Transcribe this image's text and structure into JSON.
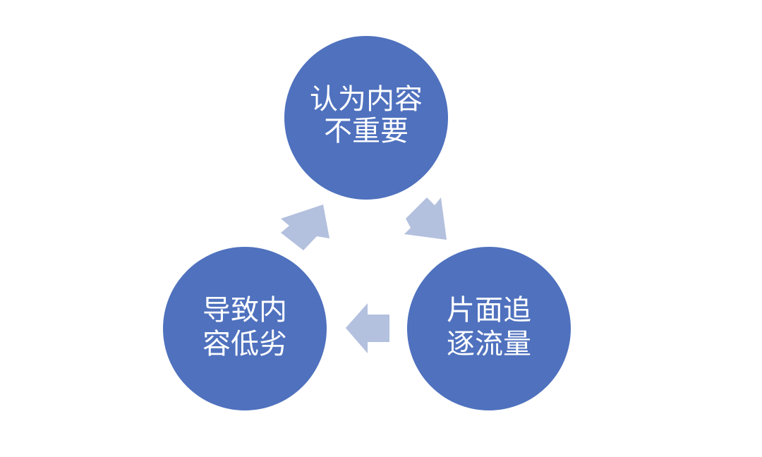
{
  "diagram": {
    "type": "cycle",
    "colors": {
      "node_fill": "#4f71be",
      "node_text": "#ffffff",
      "arrow_fill": "#b3c0de",
      "background": "#ffffff"
    },
    "nodes": [
      {
        "id": "top",
        "lines": [
          "认为内容",
          "不重要"
        ]
      },
      {
        "id": "right",
        "lines": [
          "片面追",
          "逐流量"
        ]
      },
      {
        "id": "left",
        "lines": [
          "导致内",
          "容低劣"
        ]
      }
    ],
    "arrows": [
      {
        "from": "top",
        "to": "right"
      },
      {
        "from": "right",
        "to": "left"
      },
      {
        "from": "left",
        "to": "top"
      }
    ]
  }
}
